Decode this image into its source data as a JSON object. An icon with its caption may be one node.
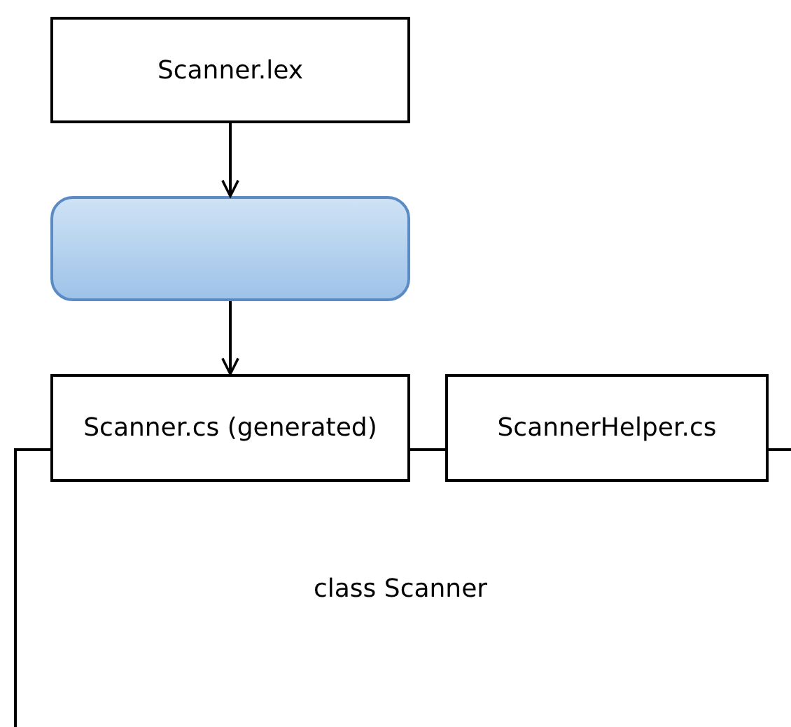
{
  "diagram": {
    "nodes": [
      {
        "text": [
          "Scanner.lex"
        ]
      },
      {
        "text": [],
        "shape": "box"
      },
      {
        "text": [
          "Scanner.cs (generated)"
        ]
      },
      {
        "text": [
          "ScannerHelper.cs"
        ]
      },
      {
        "text": [
          "class Scanner"
        ]
      }
    ],
    "edges": [
      {
        "from": 0,
        "to": 1,
        "arrow": "to"
      },
      {
        "from": 1,
        "to": 2,
        "arrow": "to"
      }
    ]
  }
}
